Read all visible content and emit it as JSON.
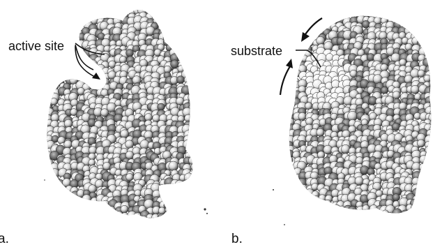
{
  "figure": {
    "left_panel": {
      "marker": "a.",
      "callout": "active site"
    },
    "right_panel": {
      "marker": "b.",
      "callout": "substrate"
    }
  },
  "colors": {
    "background": "#ffffff",
    "ink": "#111111",
    "atom_fill": "#e9e9e9",
    "atom_shadow": "#3a3a3a",
    "substrate_fill": "#f4f4f4"
  },
  "icons": [
    "rotation-arrow-icon"
  ]
}
